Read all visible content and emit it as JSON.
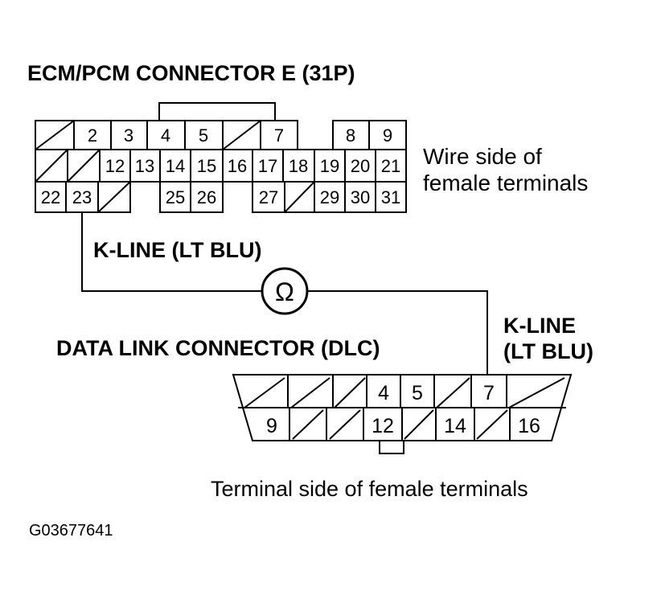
{
  "ecm": {
    "title": "ECM/PCM CONNECTOR E (31P)",
    "side_line1": "Wire side of",
    "side_line2": "female terminals",
    "row1": [
      "",
      "2",
      "3",
      "4",
      "5",
      "",
      "7",
      "8",
      "9"
    ],
    "row2": [
      "",
      "",
      "12",
      "13",
      "14",
      "15",
      "16",
      "17",
      "18",
      "19",
      "20",
      "21"
    ],
    "row3": [
      "22",
      "23",
      "",
      "25",
      "26",
      "27",
      "",
      "29",
      "30",
      "31"
    ]
  },
  "wire_left": "K-LINE (LT BLU)",
  "wire_right_line1": "K-LINE",
  "wire_right_line2": "(LT BLU)",
  "ohm_symbol": "Ω",
  "dlc": {
    "title": "DATA LINK CONNECTOR (DLC)",
    "top": [
      "",
      "",
      "",
      "4",
      "5",
      "",
      "7",
      ""
    ],
    "bottom": [
      "9",
      "",
      "",
      "12",
      "",
      "14",
      "",
      "16"
    ],
    "caption": "Terminal side of female terminals"
  },
  "figure_id": "G03677641"
}
